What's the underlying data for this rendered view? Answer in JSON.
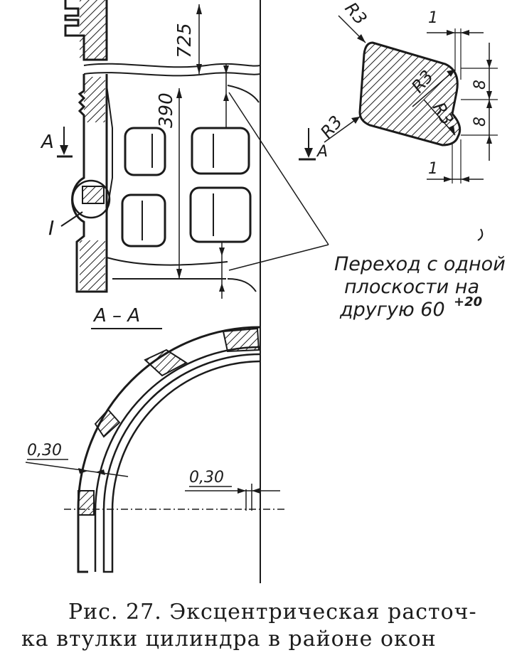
{
  "figure": {
    "dimensions": {
      "d725": "725",
      "d390": "390",
      "r3_top": "R3",
      "r3_right_1": "R3",
      "r3_right_2": "R3",
      "r3_bottom": "R3",
      "one_top": "1",
      "one_bottom": "1",
      "eight_1": "8",
      "eight_2": "8",
      "t030_left": "0,30",
      "t030_right": "0,30"
    },
    "labels": {
      "section_a_left": "А",
      "section_a_right": "А",
      "detail_i": "I",
      "section_aa": "А – А"
    },
    "note": {
      "line1": "Переход с одной",
      "line2": "плоскости на",
      "line3": "другую 60",
      "superscript": "+20"
    }
  },
  "caption": {
    "line1": "Рис. 27. Эксцентрическая расточ-",
    "line2": "ка втулки цилиндра в районе окон"
  }
}
